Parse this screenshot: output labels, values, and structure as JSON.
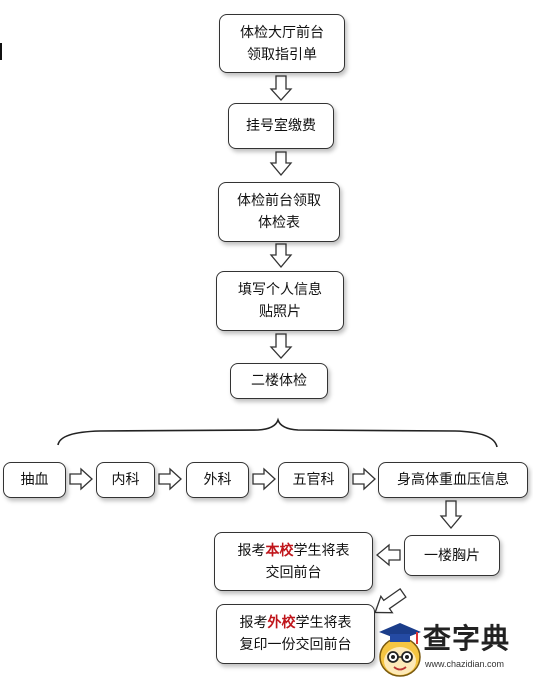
{
  "steps": {
    "s1": {
      "line1": "体检大厅前台",
      "line2": "领取指引单"
    },
    "s2": {
      "line1": "挂号室缴费"
    },
    "s3": {
      "line1": "体检前台领取",
      "line2": "体检表"
    },
    "s4": {
      "line1": "填写个人信息",
      "line2": "贴照片"
    },
    "s5": {
      "line1": "二楼体检"
    }
  },
  "exams": [
    "抽血",
    "内科",
    "外科",
    "五官科",
    "身高体重血压信息"
  ],
  "xray": "一楼胸片",
  "outcome_same": {
    "pre": "报考",
    "highlight": "本校",
    "post": "学生将表",
    "line2": "交回前台"
  },
  "outcome_other": {
    "pre": "报考",
    "highlight": "外校",
    "post": "学生将表",
    "line2": "复印一份交回前台"
  },
  "logo": {
    "title": "查字典",
    "url": "www.chazidian.com"
  }
}
